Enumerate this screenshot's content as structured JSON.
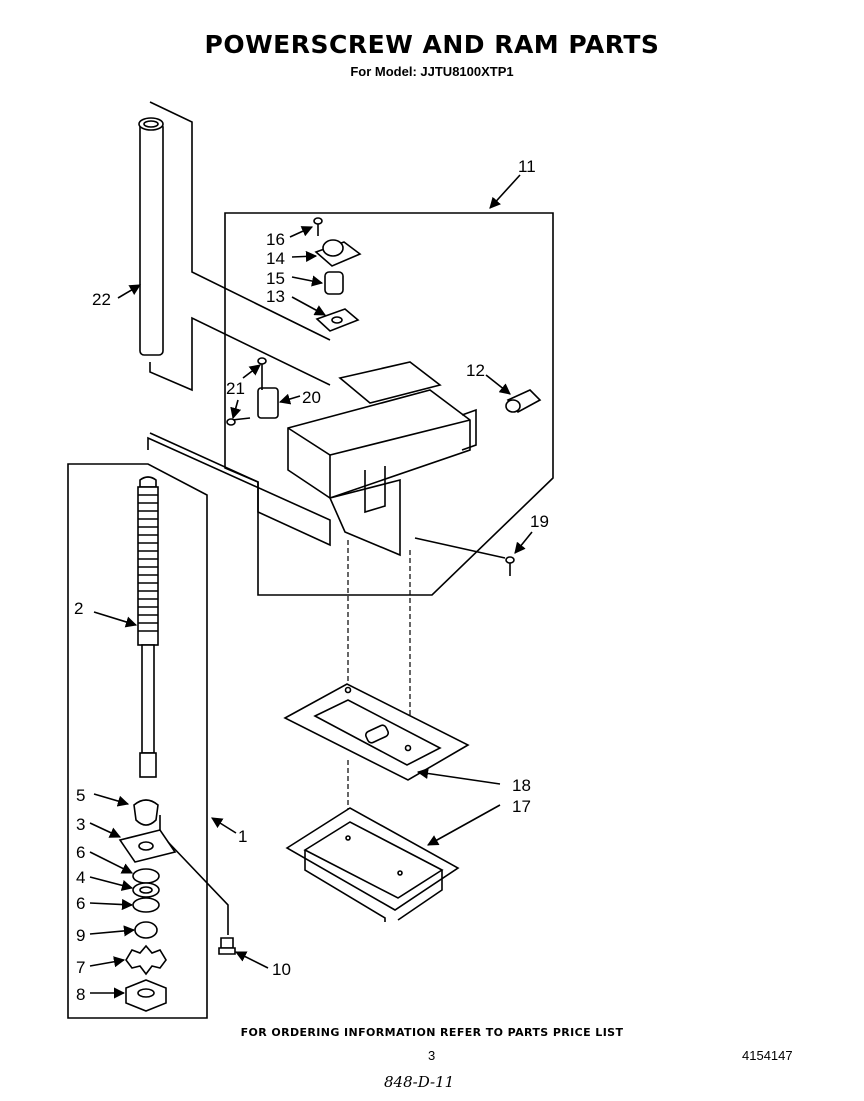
{
  "header": {
    "title": "POWERSCREW AND RAM PARTS",
    "subtitle": "For Model: JJTU8100XTP1"
  },
  "callouts": {
    "c1": "1",
    "c2": "2",
    "c3": "3",
    "c4": "4",
    "c5": "5",
    "c6a": "6",
    "c6b": "6",
    "c7": "7",
    "c8": "8",
    "c9": "9",
    "c10": "10",
    "c11": "11",
    "c12": "12",
    "c13": "13",
    "c14": "14",
    "c15": "15",
    "c16": "16",
    "c17": "17",
    "c18": "18",
    "c19": "19",
    "c20": "20",
    "c21": "21",
    "c22": "22"
  },
  "footer": {
    "ordering_note": "FOR ORDERING INFORMATION REFER TO PARTS PRICE LIST",
    "page_number": "3",
    "document_number": "4154147",
    "handwritten_note": "848-D-11"
  }
}
